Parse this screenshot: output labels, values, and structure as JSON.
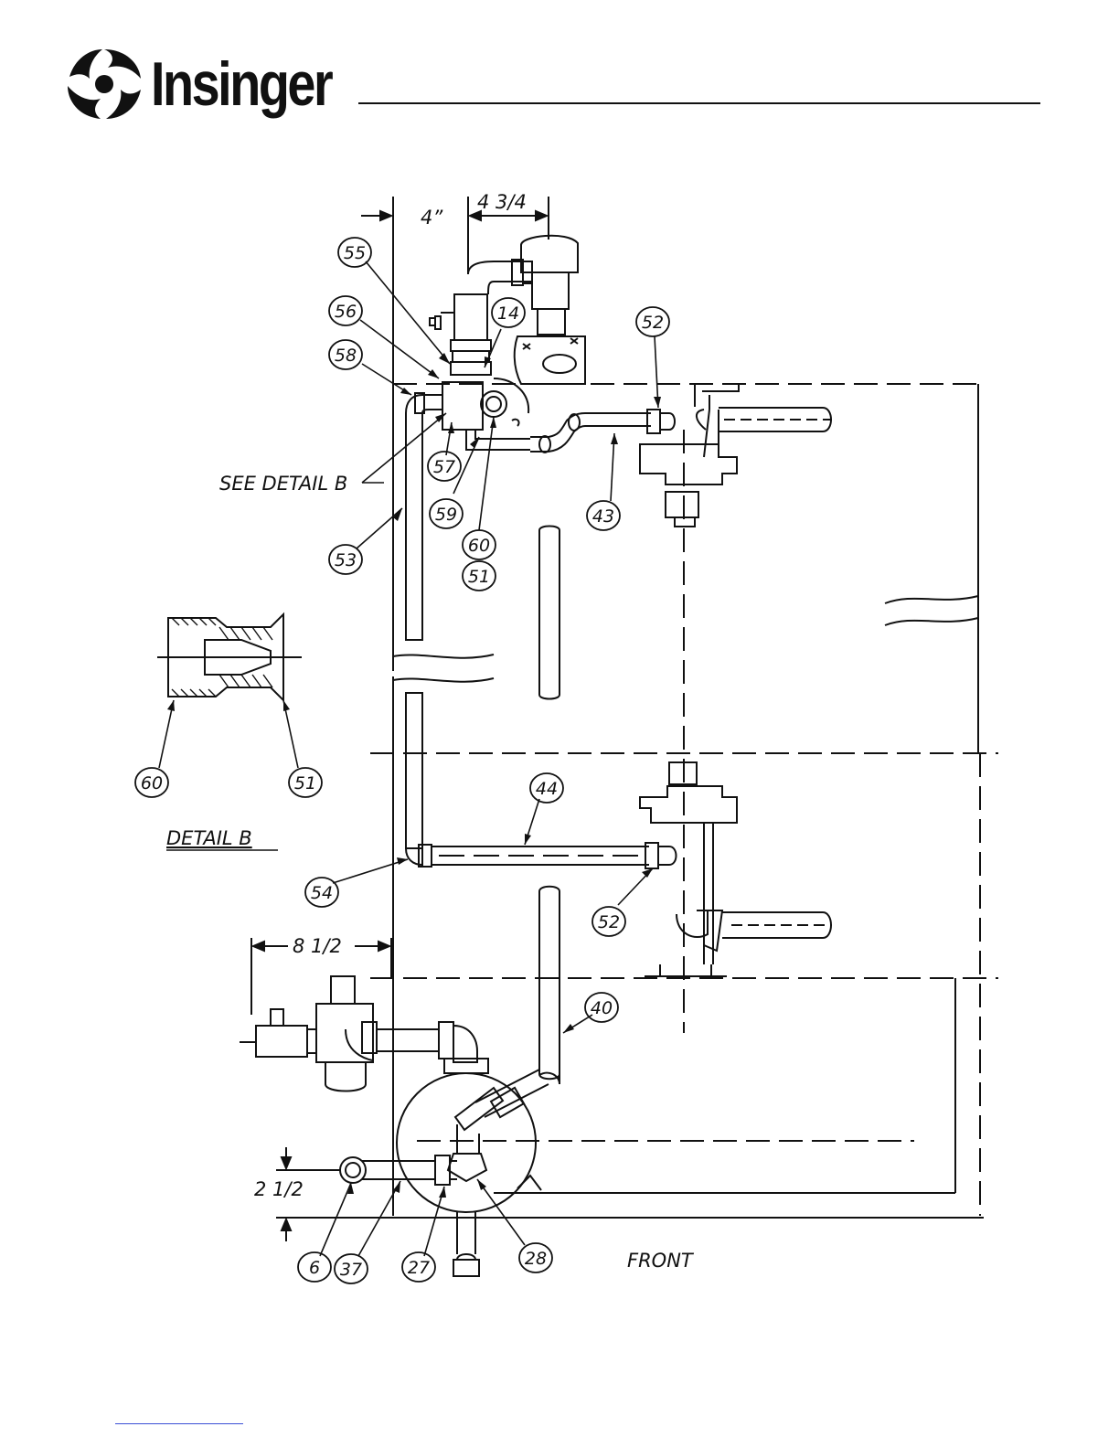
{
  "brand": {
    "name": "Insinger",
    "logo_icon": "insinger-swirl-logo-icon"
  },
  "dimensions": {
    "d4": "4”",
    "d4_3_4": "4 3/4",
    "d8_1_2": "8 1/2",
    "d2_1_2": "2 1/2"
  },
  "labels": {
    "see_detail": "SEE DETAIL B",
    "detail_title": "DETAIL B",
    "front": "FRONT"
  },
  "callouts": [
    {
      "id": "c55",
      "text": "55"
    },
    {
      "id": "c56",
      "text": "56"
    },
    {
      "id": "c58",
      "text": "58"
    },
    {
      "id": "c14",
      "text": "14"
    },
    {
      "id": "c52a",
      "text": "52"
    },
    {
      "id": "c57",
      "text": "57"
    },
    {
      "id": "c59",
      "text": "59"
    },
    {
      "id": "c43",
      "text": "43"
    },
    {
      "id": "c53",
      "text": "53"
    },
    {
      "id": "c60a",
      "text": "60"
    },
    {
      "id": "c51a",
      "text": "51"
    },
    {
      "id": "c60b",
      "text": "60"
    },
    {
      "id": "c51b",
      "text": "51"
    },
    {
      "id": "c44",
      "text": "44"
    },
    {
      "id": "c54",
      "text": "54"
    },
    {
      "id": "c52b",
      "text": "52"
    },
    {
      "id": "c40",
      "text": "40"
    },
    {
      "id": "c6",
      "text": "6"
    },
    {
      "id": "c37",
      "text": "37"
    },
    {
      "id": "c27",
      "text": "27"
    },
    {
      "id": "c28",
      "text": "28"
    }
  ],
  "colors": {
    "ink": "#111111",
    "footer_link": "#3b4fd6"
  }
}
